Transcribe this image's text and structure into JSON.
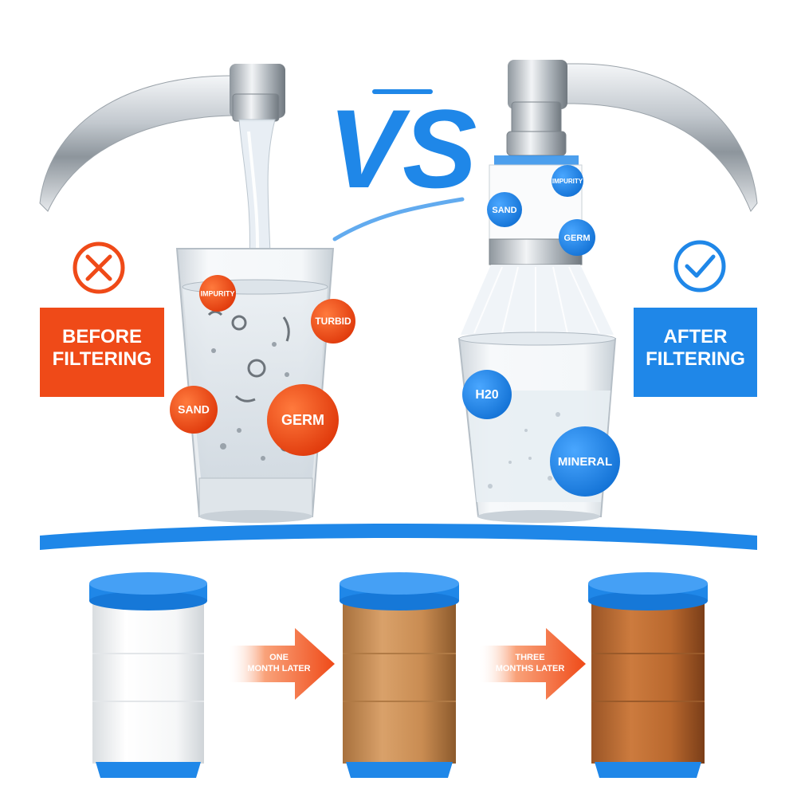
{
  "vs_text": "VS",
  "before": {
    "label_line1": "BEFORE",
    "label_line2": "FILTERING",
    "icon": "x-circle-icon",
    "color": "#ef4a18",
    "bubbles": [
      "IMPURITY",
      "TURBID",
      "SAND",
      "GERM"
    ]
  },
  "after": {
    "label_line1": "AFTER",
    "label_line2": "FILTERING",
    "icon": "check-circle-icon",
    "color": "#1f87e8",
    "faucet_bubbles": [
      "IMPURITY",
      "SAND",
      "GERM"
    ],
    "glass_bubbles": [
      "H20",
      "MINERAL"
    ]
  },
  "timeline": {
    "arrow1_line1": "ONE",
    "arrow1_line2": "MONTH LATER",
    "arrow2_line1": "THREE",
    "arrow2_line2": "MONTHS LATER"
  },
  "colors": {
    "accent_blue": "#1f87e8",
    "accent_orange": "#ef4a18"
  }
}
